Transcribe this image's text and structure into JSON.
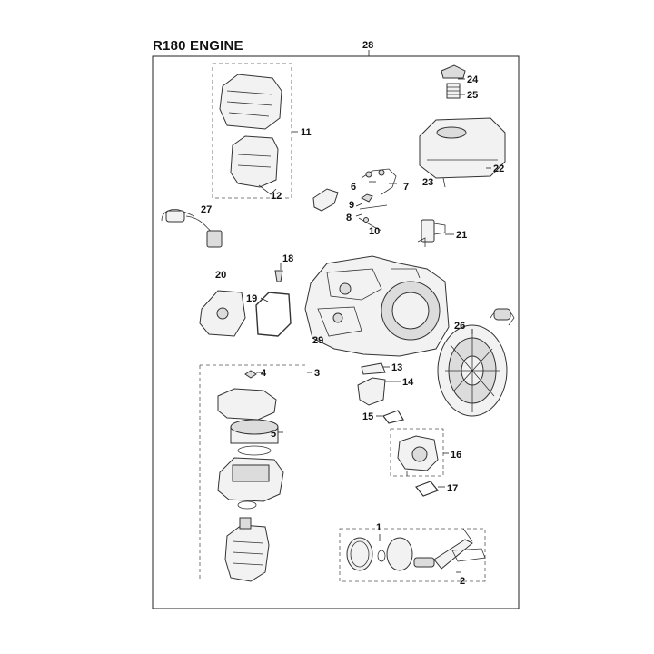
{
  "title": "R180 ENGINE",
  "callouts": {
    "c1": "1",
    "c2": "2",
    "c3": "3",
    "c4": "4",
    "c5": "5",
    "c6": "6",
    "c7": "7",
    "c8": "8",
    "c9": "9",
    "c10": "10",
    "c11": "11",
    "c12": "12",
    "c13": "13",
    "c14": "14",
    "c15": "15",
    "c16": "16",
    "c17": "17",
    "c18": "18",
    "c19": "19",
    "c20": "20",
    "c21": "21",
    "c22": "22",
    "c23": "23",
    "c24": "24",
    "c25": "25",
    "c26": "26",
    "c27": "27",
    "c28": "28",
    "c29": "29"
  }
}
